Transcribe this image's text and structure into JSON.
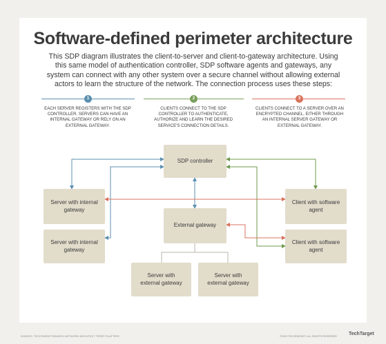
{
  "title": "Software-defined perimeter architecture",
  "intro": "This SDP diagram illustrates the client-to-server and client-to-gateway architecture. Using this same model of authentication controller, SDP software agents and gateways, any system can connect with any other system over a secure channel without allowing external actors to learn the structure of the network. The connection process uses these steps:",
  "steps": [
    {
      "number": "1",
      "text": "Each server registers with the SDP controller. Servers can have an internal gateway or rely on an external gateway.",
      "color": "#5b8fb0"
    },
    {
      "number": "2",
      "text": "Clients connect to the SDP controller to authenticate, authorize and learn the desired service's connection details.",
      "color": "#7aa05a"
    },
    {
      "number": "3",
      "text": "Clients connect to a server over an encrypted channel, either through an internal server gateway or external gateway.",
      "color": "#d9735c"
    }
  ],
  "nodes": {
    "controller": "SDP controller",
    "server_internal_1": "Server with internal gateway",
    "server_internal_2": "Server with internal gateway",
    "external_gateway": "External gateway",
    "client_1": "Client with software agent",
    "client_2": "Client with software agent",
    "server_external_1": "Server with external gateway",
    "server_external_2": "Server with external gateway"
  },
  "colors": {
    "blue": "#5b8fb0",
    "green": "#6f9a4e",
    "red": "#d9735c",
    "box": "#e2dccb"
  },
  "footer": {
    "source": "SOURCE: TECHTARGET/SEARCH NETWORK ARCHITECT TERRY SLATTERY",
    "copyright": "©2023 TECHTARGET. ALL RIGHTS RESERVED",
    "logo": "TechTarget"
  }
}
